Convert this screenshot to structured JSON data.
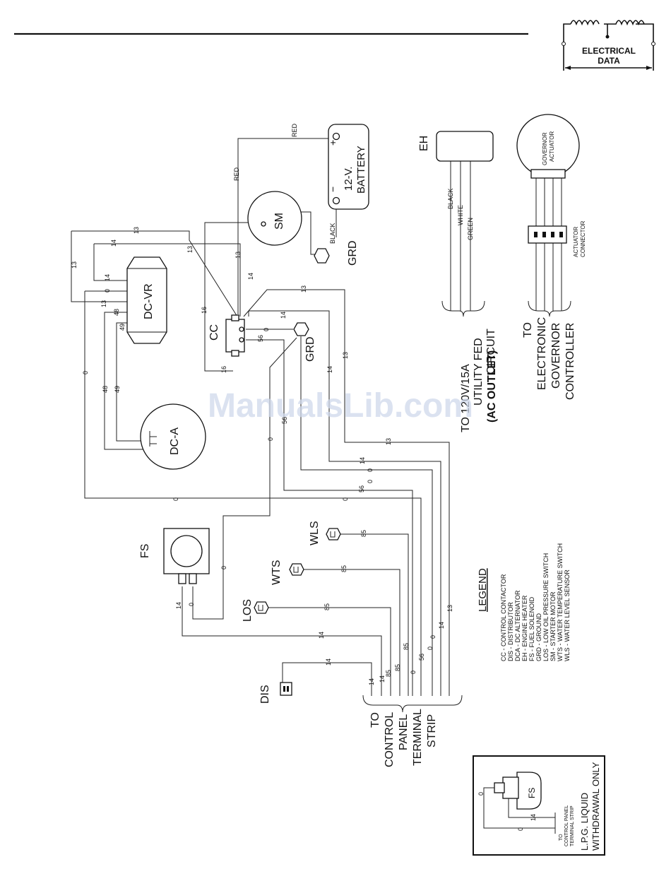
{
  "header": {
    "badge_line1": "ELECTRICAL",
    "badge_line2": "DATA"
  },
  "components": {
    "battery": [
      "12-V.",
      "BATTERY"
    ],
    "battery_plus": "+",
    "battery_minus": "−",
    "sm": "SM",
    "grd": "GRD",
    "dc_vr": "DC-VR",
    "dc_a": "DC-A",
    "cc": "CC",
    "fs": "FS",
    "eh": "EH",
    "governor": [
      "GOVERNOR",
      "ACTUATOR"
    ],
    "actuator_connector": [
      "ACTUATOR",
      "CONNECTOR"
    ],
    "wls": "WLS",
    "wts": "WTS",
    "los": "LOS",
    "dis": "DIS"
  },
  "wire_labels": {
    "red": "RED",
    "black": "BLACK",
    "white": "WHITE",
    "green": "GREEN"
  },
  "destinations": {
    "outlet": [
      "TO 120V/15A",
      "UTILITY FED",
      "CIRCUIT"
    ],
    "outlet_bold": "(AC OUTLET)",
    "governor": [
      "TO",
      "ELECTRONIC",
      "GOVERNOR",
      "CONTROLLER"
    ],
    "terminal": [
      "TO",
      "CONTROL",
      "PANEL",
      "TERMINAL",
      "STRIP"
    ]
  },
  "legend": {
    "title": "LEGEND",
    "items": [
      "CC   -  CONTROL CONTACTOR",
      "DIS  -  DISTRIBUTOR",
      "DCA  -  DC ALTERNATOR",
      "EH   -  ENGINE HEATER",
      "FS   -  FUEL SOLENOID",
      "GRD  -  GROUND",
      "LOS  -  LOW OIL PRESSURE SWITCH",
      "SM   -  STARTER MOTOR",
      "WTS  -  WATER TEMPERATURE SWITCH",
      "WLS  -  WATER LEVEL SENSOR"
    ]
  },
  "inset": {
    "fs": "FS",
    "to_panel": [
      "TO",
      "CONTROL PANEL",
      "TERMINAL STRIP"
    ],
    "note": [
      "L.P.G. LIQUID",
      "WITHDRAWAL ONLY"
    ],
    "wire_0": "0",
    "wire_0b": "0",
    "wire_14": "14"
  },
  "watermark": "ManualsLib.com"
}
